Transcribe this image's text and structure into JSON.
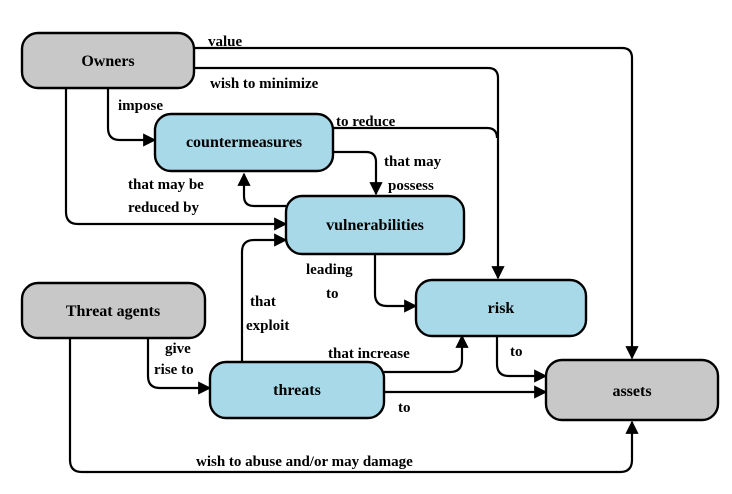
{
  "colors": {
    "actor_fill": "#c8c8c8",
    "concept_fill": "#a8d9e8",
    "stroke": "#000000"
  },
  "nodes": {
    "owners": "Owners",
    "countermeasures": "countermeasures",
    "vulnerabilities": "vulnerabilities",
    "threat_agents": "Threat agents",
    "risk": "risk",
    "threats": "threats",
    "assets": "assets"
  },
  "edges": {
    "value": "value",
    "wish_to_minimize": "wish to minimize",
    "impose": "impose",
    "to_reduce": "to reduce",
    "that_may": "that may",
    "possess": "possess",
    "that_may_be": "that may be",
    "reduced_by": "reduced by",
    "leading": "leading",
    "to_leading": "to",
    "that": "that",
    "exploit": "exploit",
    "give": "give",
    "rise_to": "rise to",
    "that_increase": "that increase",
    "to_risk_assets": "to",
    "to_threats_assets": "to",
    "wish_to_abuse": "wish to abuse and/or may damage"
  }
}
